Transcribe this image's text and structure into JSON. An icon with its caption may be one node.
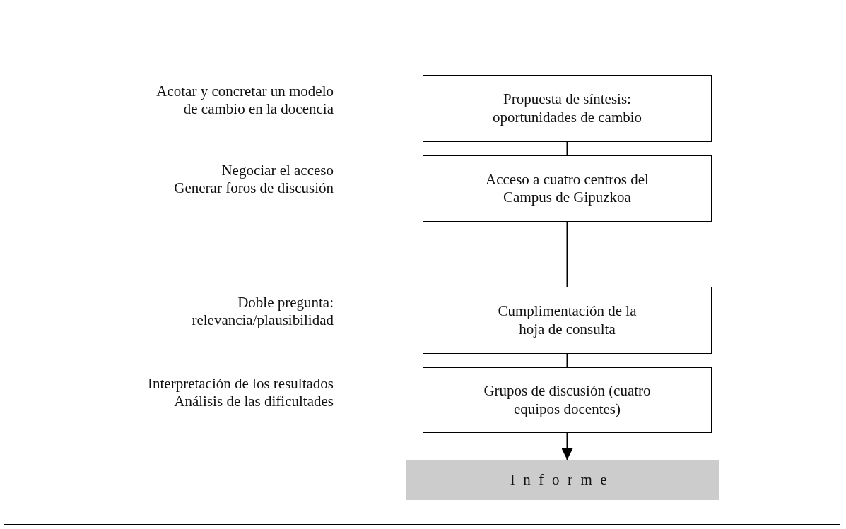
{
  "diagram": {
    "nodes": [
      {
        "text": [
          "Propuesta de síntesis: oportunidades de cambio"
        ]
      },
      {
        "text": [
          "Acceso a cuatro centros del Campus de Gipuzkoa"
        ]
      },
      {
        "text": [
          "Cumplimentación de la hoja de consulta"
        ]
      },
      {
        "text": [
          "Grupos de discusión (cuatro equipos docentes)"
        ]
      },
      {
        "text": [
          "Informe"
        ]
      }
    ],
    "edges": [
      {
        "from": 0,
        "to": 1,
        "arrow": "none"
      },
      {
        "from": 1,
        "to": 2,
        "arrow": "none"
      },
      {
        "from": 2,
        "to": 3,
        "arrow": "none"
      },
      {
        "from": 3,
        "to": 4,
        "arrow": "to"
      }
    ],
    "labels": [
      "Acotar y concretar un modelo de cambio en la docencia",
      "Negociar el acceso",
      "Generar foros de discusión",
      "Doble pregunta: relevancia/plausibilidad",
      "Interpretación de los resultados",
      "Análisis de las dificultades"
    ]
  }
}
